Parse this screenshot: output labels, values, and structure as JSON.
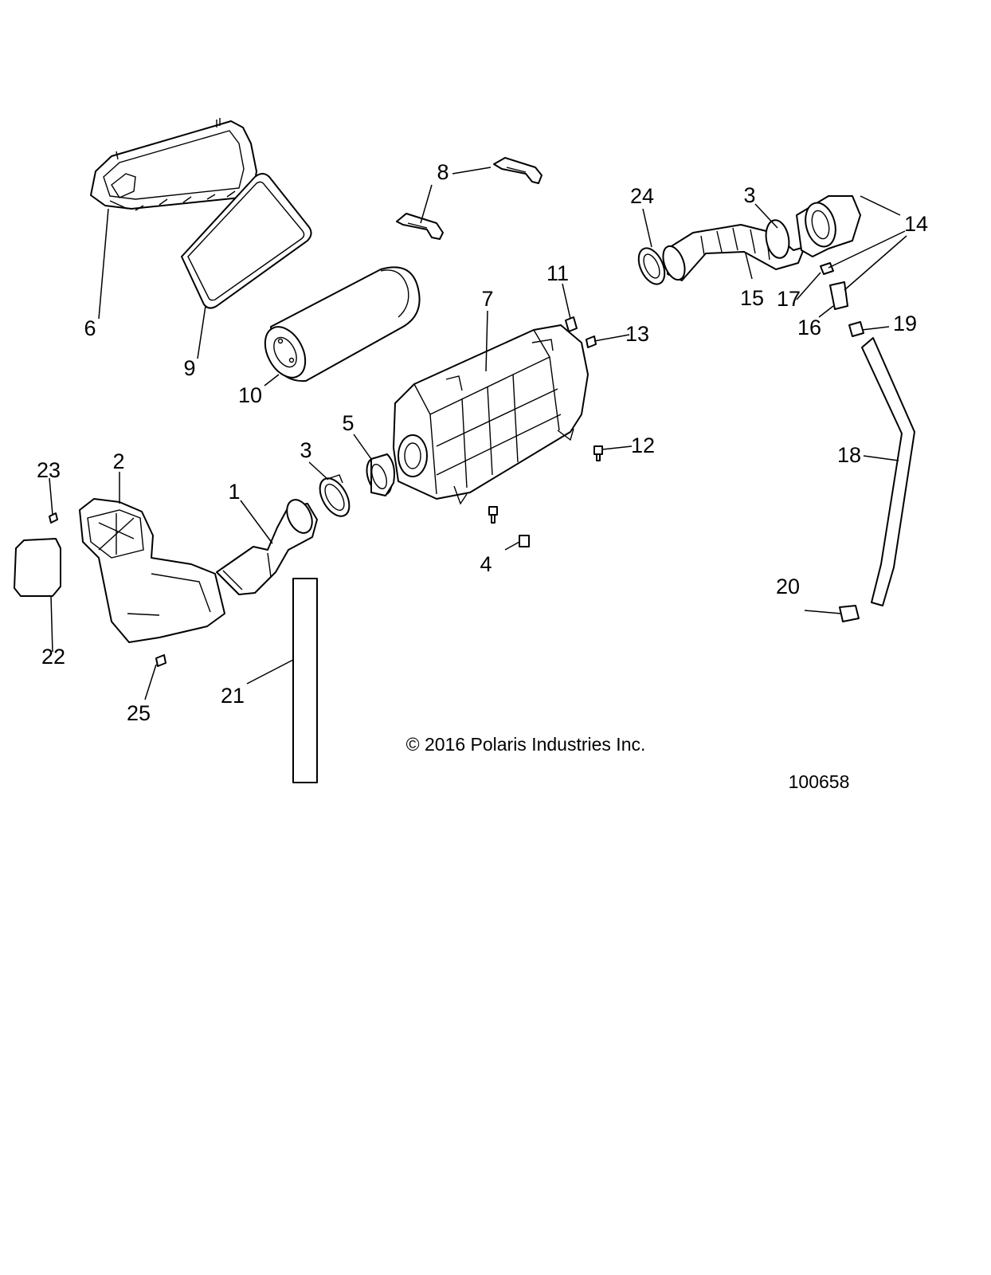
{
  "diagram": {
    "callouts": [
      {
        "id": "1",
        "text": "1"
      },
      {
        "id": "2",
        "text": "2"
      },
      {
        "id": "3a",
        "text": "3"
      },
      {
        "id": "3b",
        "text": "3"
      },
      {
        "id": "4",
        "text": "4"
      },
      {
        "id": "5",
        "text": "5"
      },
      {
        "id": "6",
        "text": "6"
      },
      {
        "id": "7",
        "text": "7"
      },
      {
        "id": "8",
        "text": "8"
      },
      {
        "id": "9",
        "text": "9"
      },
      {
        "id": "10",
        "text": "10"
      },
      {
        "id": "11",
        "text": "11"
      },
      {
        "id": "12",
        "text": "12"
      },
      {
        "id": "13",
        "text": "13"
      },
      {
        "id": "14",
        "text": "14"
      },
      {
        "id": "15",
        "text": "15"
      },
      {
        "id": "16",
        "text": "16"
      },
      {
        "id": "17",
        "text": "17"
      },
      {
        "id": "18",
        "text": "18"
      },
      {
        "id": "19",
        "text": "19"
      },
      {
        "id": "20",
        "text": "20"
      },
      {
        "id": "21",
        "text": "21"
      },
      {
        "id": "22",
        "text": "22"
      },
      {
        "id": "23",
        "text": "23"
      },
      {
        "id": "24",
        "text": "24"
      },
      {
        "id": "25",
        "text": "25"
      }
    ],
    "copyright": "© 2016 Polaris Industries Inc.",
    "figure_number": "100658"
  }
}
